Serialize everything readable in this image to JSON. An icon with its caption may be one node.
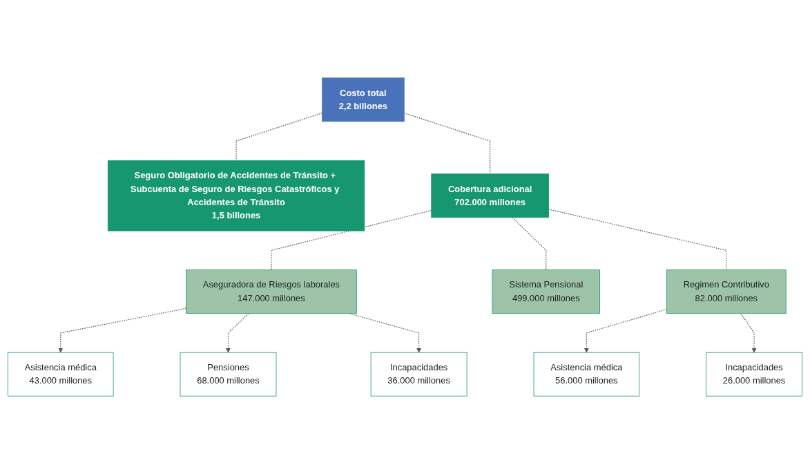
{
  "diagram": {
    "nodes": [
      {
        "text": [
          "Costo total",
          "2,2 billones"
        ]
      },
      {
        "text": [
          "Seguro Obligatorio de Accidentes de Tránsito + Subcuenta de Seguro de Riesgos Catastróficos y Accidentes de Tránsito",
          "1,5 billones"
        ]
      },
      {
        "text": [
          "Cobertura adicional",
          "702.000 millones"
        ]
      },
      {
        "text": [
          "Aseguradora de Riesgos laborales",
          "147.000 millones"
        ]
      },
      {
        "text": [
          "Sistema Pensional",
          "499.000 millones"
        ]
      },
      {
        "text": [
          "Regimen Contributivo",
          "82.000 millones"
        ]
      },
      {
        "text": [
          "Asistencia médica",
          "43.000 millones"
        ]
      },
      {
        "text": [
          "Pensiones",
          "68.000 millones"
        ]
      },
      {
        "text": [
          "Incapacidades",
          "36.000 millones"
        ]
      },
      {
        "text": [
          "Asistencia médica",
          "56.000 millones"
        ]
      },
      {
        "text": [
          "Incapacidades",
          "26.000 millones"
        ]
      }
    ],
    "edges": [
      {
        "from": 0,
        "to": 1,
        "arrow": "none",
        "style": "dashed"
      },
      {
        "from": 0,
        "to": 2,
        "arrow": "none",
        "style": "dashed"
      },
      {
        "from": 2,
        "to": 3,
        "arrow": "none",
        "style": "dashed"
      },
      {
        "from": 2,
        "to": 4,
        "arrow": "none",
        "style": "dashed"
      },
      {
        "from": 2,
        "to": 5,
        "arrow": "none",
        "style": "dashed"
      },
      {
        "from": 3,
        "to": 6,
        "arrow": "to",
        "style": "dashed"
      },
      {
        "from": 3,
        "to": 7,
        "arrow": "to",
        "style": "dashed"
      },
      {
        "from": 3,
        "to": 8,
        "arrow": "to",
        "style": "dashed"
      },
      {
        "from": 5,
        "to": 9,
        "arrow": "to",
        "style": "dashed"
      },
      {
        "from": 5,
        "to": 10,
        "arrow": "to",
        "style": "dashed"
      }
    ]
  }
}
